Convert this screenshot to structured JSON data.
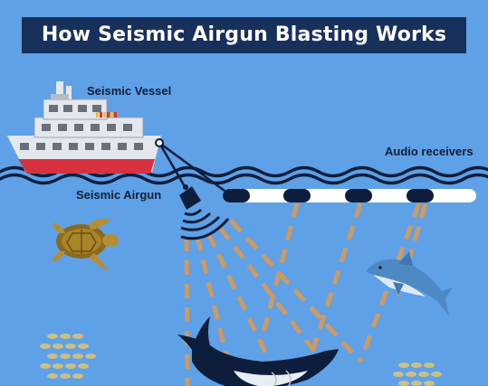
{
  "title": "How Seismic Airgun Blasting Works",
  "labels": {
    "vessel": "Seismic Vessel",
    "receivers": "Audio receivers",
    "airgun": "Seismic Airgun"
  },
  "colors": {
    "ocean": "#5ea1e6",
    "banner": "#17305c",
    "wave": "#0d1e3d",
    "sound_beam": "#d59a5e",
    "hull_red": "#d8323f",
    "streamer": "#ffffff"
  },
  "icons": [
    "seismic-vessel-icon",
    "airgun-icon",
    "sound-wave-icon",
    "sea-turtle-icon",
    "dolphin-icon",
    "whale-icon",
    "fish-school-icon"
  ]
}
